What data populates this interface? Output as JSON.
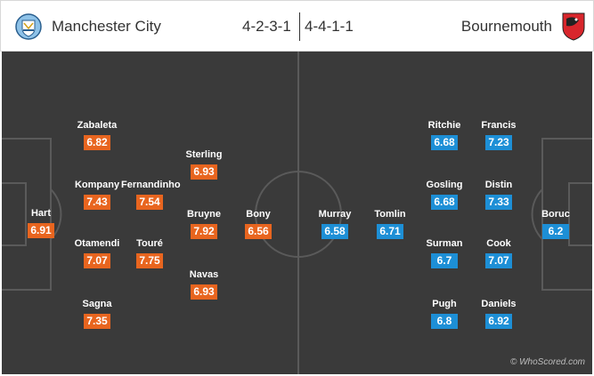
{
  "header": {
    "home_team": "Manchester City",
    "away_team": "Bournemouth",
    "home_formation": "4-2-3-1",
    "away_formation": "4-4-1-1"
  },
  "colors": {
    "home_badge": "#e8651f",
    "away_badge": "#1d8fd6",
    "pitch": "#3a3a3a",
    "lines": "#5a5a5a"
  },
  "icons": {
    "home_crest": "manchester-city-crest-icon",
    "away_crest": "bournemouth-crest-icon"
  },
  "home_players": [
    {
      "name": "Hart",
      "rating": "6.91"
    },
    {
      "name": "Zabaleta",
      "rating": "6.82"
    },
    {
      "name": "Kompany",
      "rating": "7.43"
    },
    {
      "name": "Otamendi",
      "rating": "7.07"
    },
    {
      "name": "Sagna",
      "rating": "7.35"
    },
    {
      "name": "Fernandinho",
      "rating": "7.54"
    },
    {
      "name": "Touré",
      "rating": "7.75"
    },
    {
      "name": "Sterling",
      "rating": "6.93"
    },
    {
      "name": "Bruyne",
      "rating": "7.92"
    },
    {
      "name": "Navas",
      "rating": "6.93"
    },
    {
      "name": "Bony",
      "rating": "6.56"
    }
  ],
  "away_players": [
    {
      "name": "Murray",
      "rating": "6.58"
    },
    {
      "name": "Tomlin",
      "rating": "6.71"
    },
    {
      "name": "Ritchie",
      "rating": "6.68"
    },
    {
      "name": "Gosling",
      "rating": "6.68"
    },
    {
      "name": "Surman",
      "rating": "6.7"
    },
    {
      "name": "Pugh",
      "rating": "6.8"
    },
    {
      "name": "Francis",
      "rating": "7.23"
    },
    {
      "name": "Distin",
      "rating": "7.33"
    },
    {
      "name": "Cook",
      "rating": "7.07"
    },
    {
      "name": "Daniels",
      "rating": "6.92"
    },
    {
      "name": "Boruc",
      "rating": "6.2"
    }
  ],
  "watermark": "© WhoScored.com"
}
